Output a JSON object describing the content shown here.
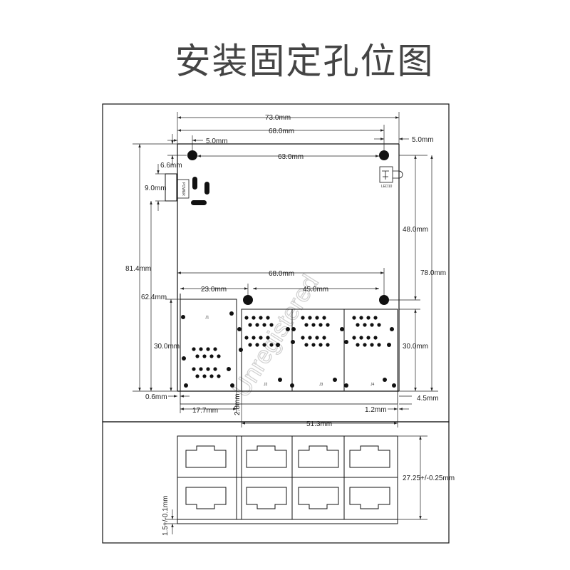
{
  "title": "安装固定孔位图",
  "watermark": "Unregistered",
  "board_labels": {
    "power": "POWER",
    "led": "LED10",
    "j1": "J1",
    "j2": "J2",
    "j3": "J3",
    "j4": "J4"
  },
  "dimensions": {
    "total_width": "73.0mm",
    "hole_span_top": "68.0mm",
    "left_offset": "5.0mm",
    "hole_pitch_top": "63.0mm",
    "right_offset": "5.0mm",
    "hole_top_offset": "6.6mm",
    "power_height": "9.0mm",
    "total_height": "81.4mm",
    "right_hole_height": "48.0mm",
    "right_total": "78.0mm",
    "hole_span_mid": "68.0mm",
    "left_hole_height": "62.4mm",
    "mid_left": "23.0mm",
    "mid_pitch": "45.0mm",
    "port_height_left": "30.0mm",
    "port_height_right": "30.0mm",
    "bottom_left_gap": "0.6mm",
    "bottom_right_gap": "4.5mm",
    "j1_width": "17.7mm",
    "gap_small": "2.8mm",
    "right_gap": "1.2mm",
    "ports_width": "51.3mm",
    "front_height": "27.25+/-0.25mm",
    "front_base": "1.5+/-0.1mm"
  }
}
